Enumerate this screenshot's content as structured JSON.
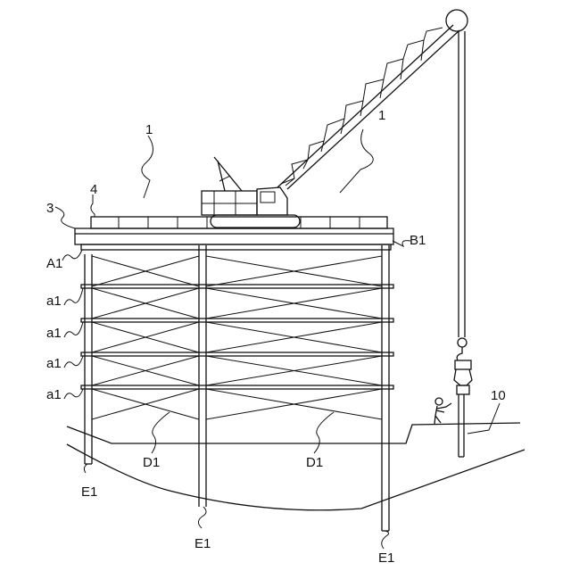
{
  "labels": {
    "ref_1_left": "1",
    "ref_1_right": "1",
    "ref_3": "3",
    "ref_4": "4",
    "ref_A1": "A1",
    "ref_B1": "B1",
    "ref_a1_1": "a1",
    "ref_a1_2": "a1",
    "ref_a1_3": "a1",
    "ref_a1_4": "a1",
    "ref_D1_left": "D1",
    "ref_D1_right": "D1",
    "ref_10": "10",
    "ref_E1_left": "E1",
    "ref_E1_mid": "E1",
    "ref_E1_right": "E1"
  }
}
